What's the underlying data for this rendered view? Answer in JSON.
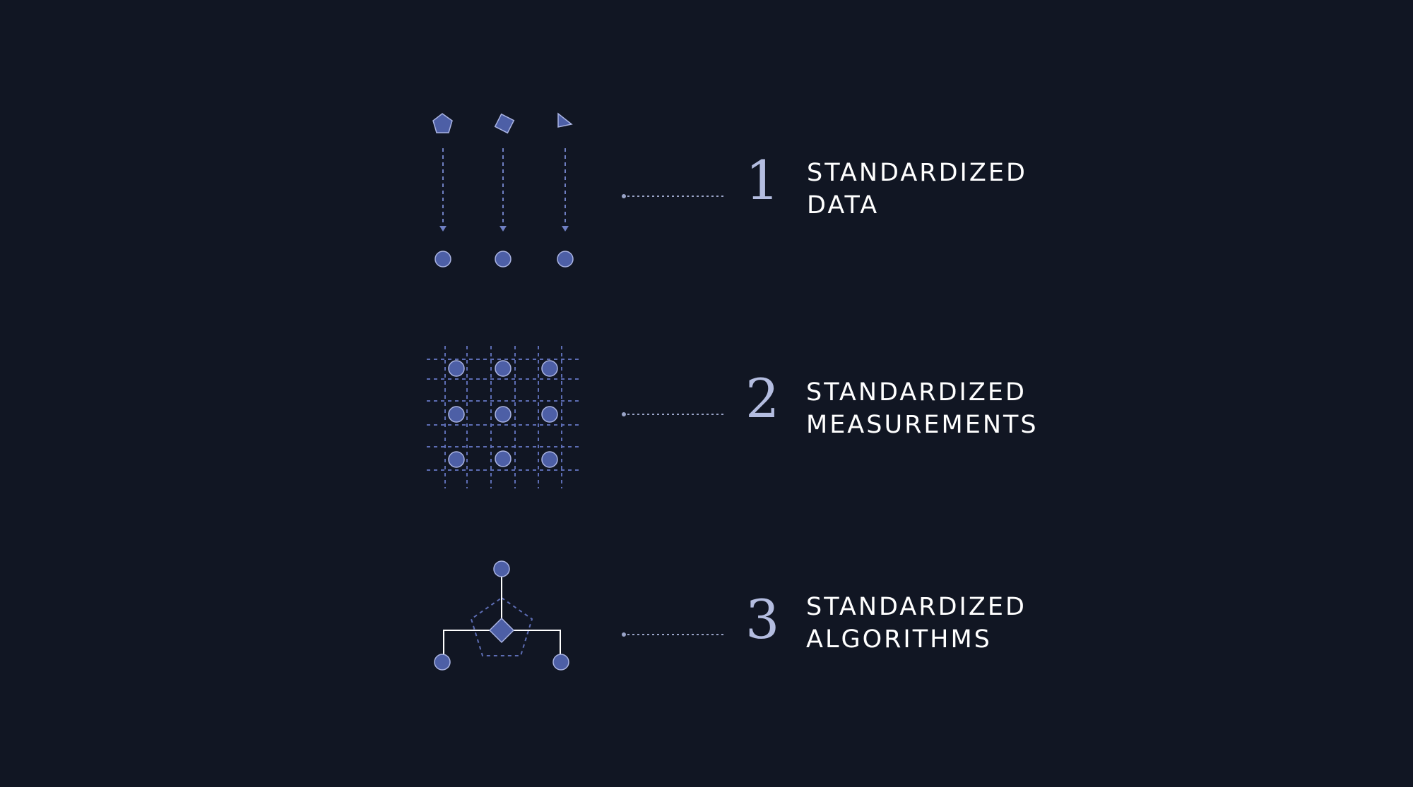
{
  "steps": [
    {
      "number": "1",
      "label_line1": "STANDARDIZED",
      "label_line2": "DATA",
      "icon": "shapes-to-dots-icon"
    },
    {
      "number": "2",
      "label_line1": "STANDARDIZED",
      "label_line2": "MEASUREMENTS",
      "icon": "dot-grid-icon"
    },
    {
      "number": "3",
      "label_line1": "STANDARDIZED",
      "label_line2": "ALGORITHMS",
      "icon": "network-tree-icon"
    }
  ],
  "colors": {
    "background": "#111623",
    "accent": "#4d5fa6",
    "accent_stroke": "#aab4e3",
    "number": "#b4bde0",
    "label": "#ffffff"
  }
}
